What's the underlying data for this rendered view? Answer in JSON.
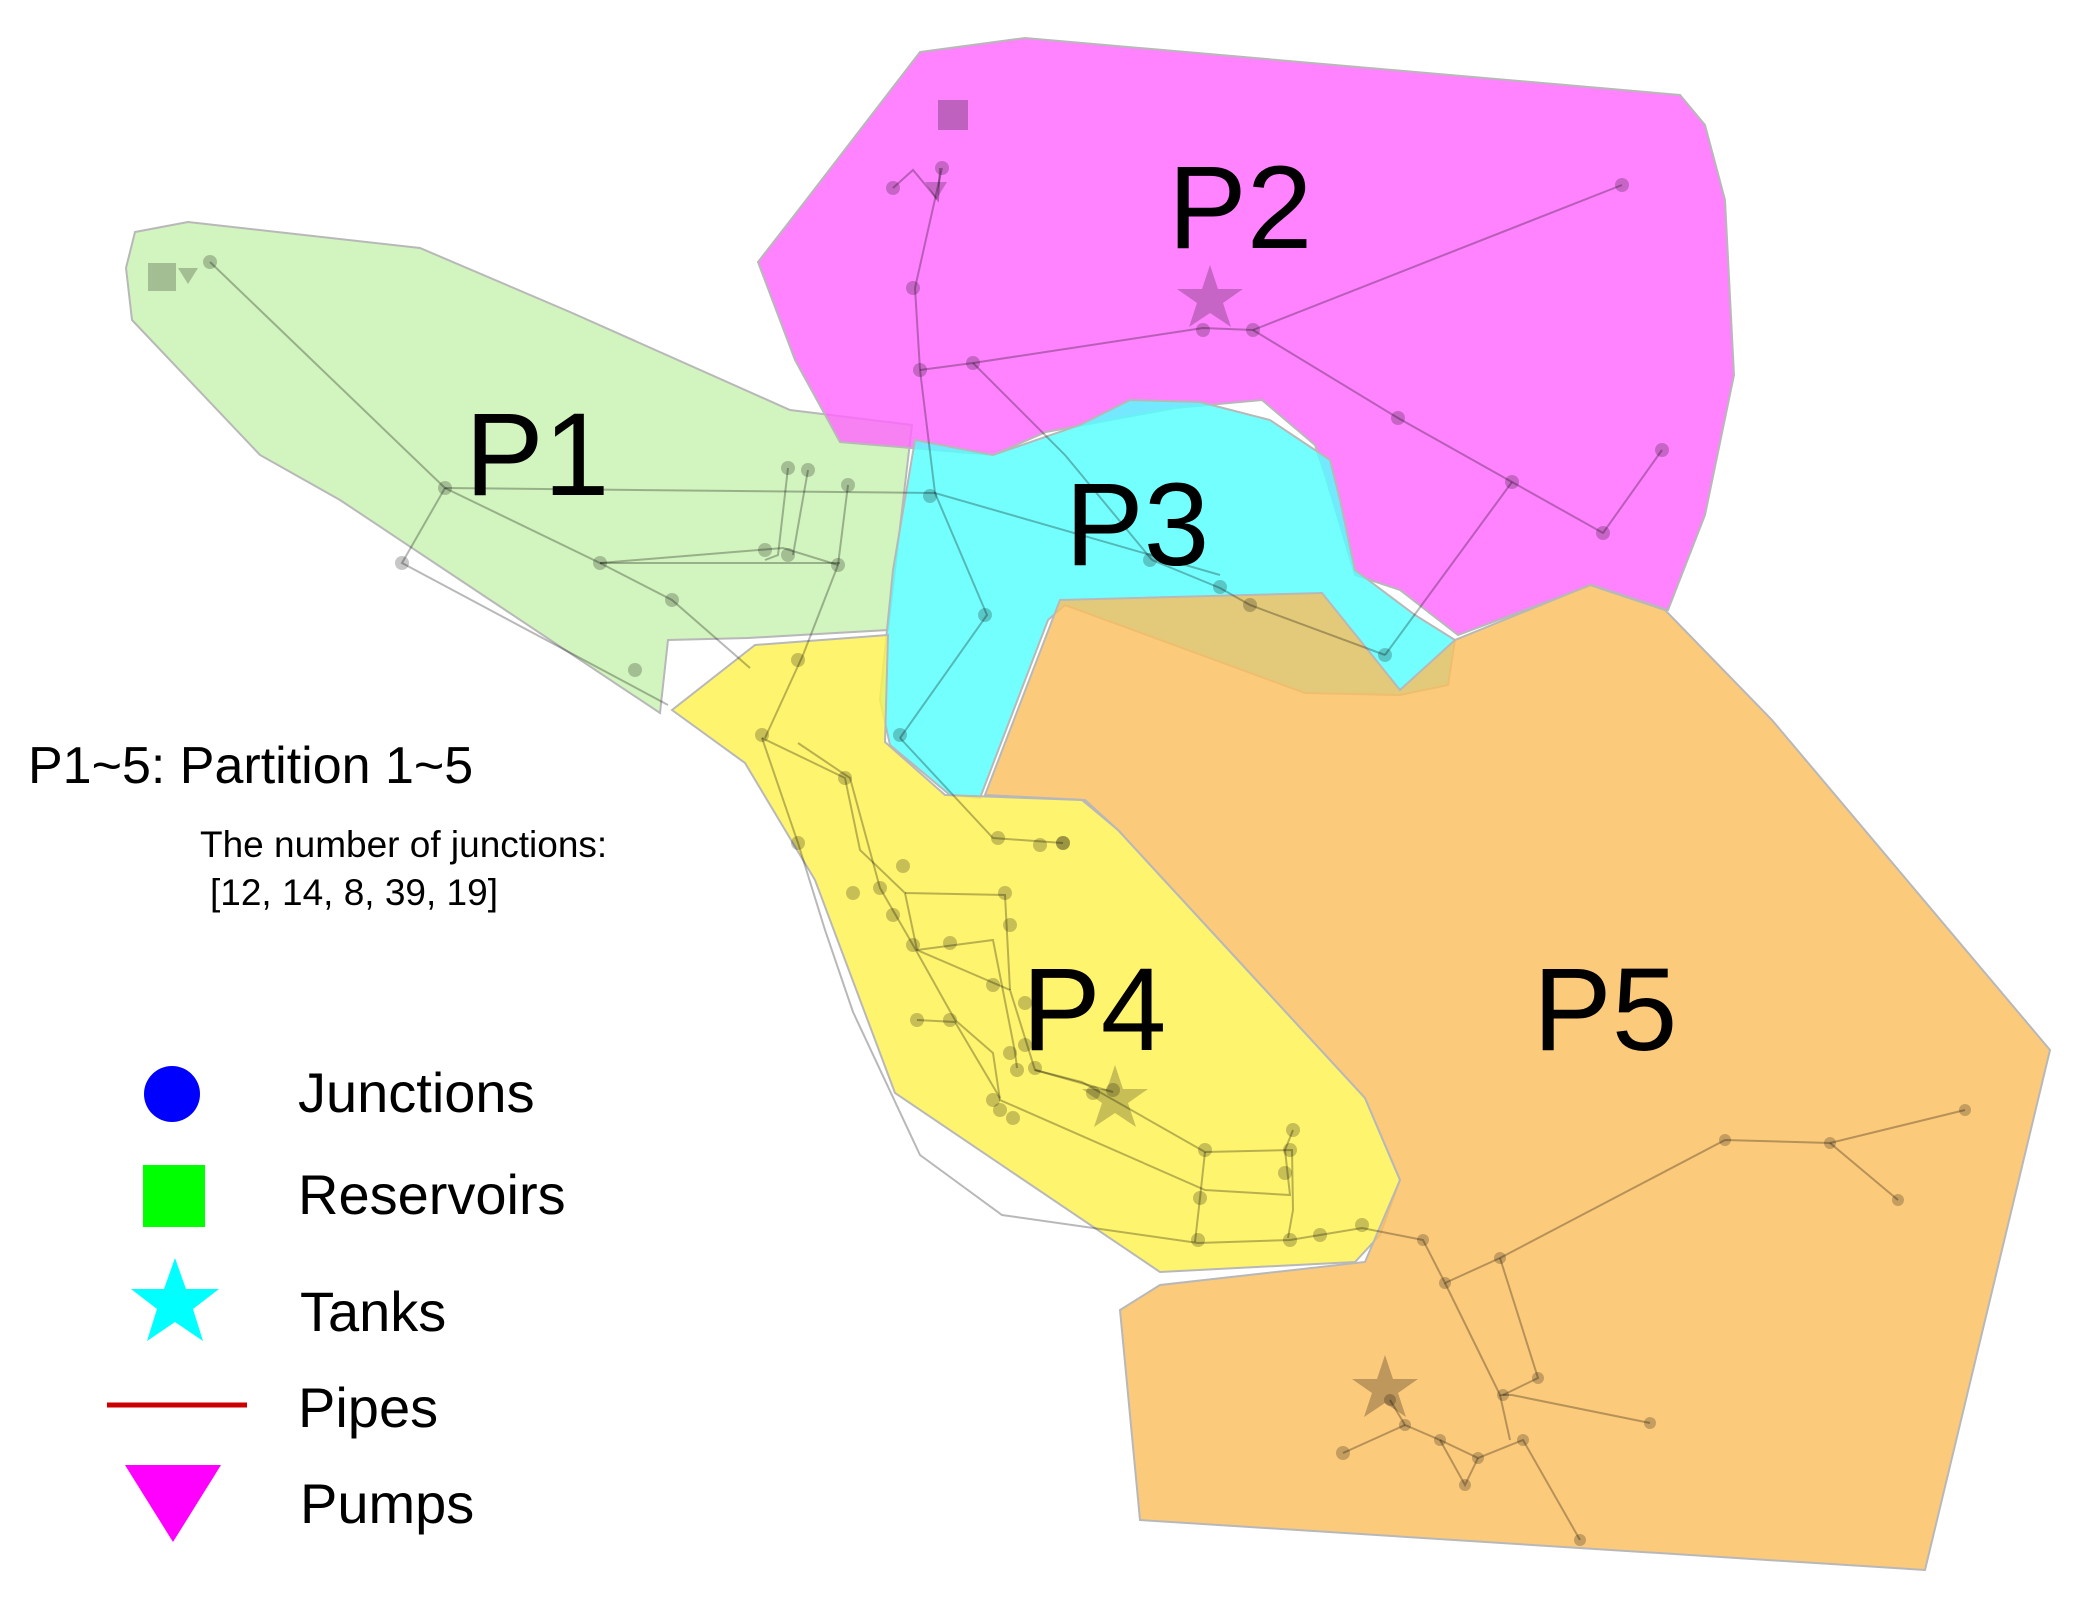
{
  "partitions": [
    {
      "id": "P1",
      "label": "P1",
      "color": "#c8f2b0"
    },
    {
      "id": "P2",
      "label": "P2",
      "color": "#ff66ff"
    },
    {
      "id": "P3",
      "label": "P3",
      "color": "#55ffff"
    },
    {
      "id": "P4",
      "label": "P4",
      "color": "#fff24d"
    },
    {
      "id": "P5",
      "label": "P5",
      "color": "#fbbe5e"
    }
  ],
  "caption": "P1~5: Partition 1~5",
  "junction_count": {
    "title": "The number of junctions:",
    "values_text": "[12, 14, 8, 39, 19]",
    "values": [
      12,
      14,
      8,
      39,
      19
    ]
  },
  "legend": [
    {
      "label": "Junctions",
      "symbol": "circle",
      "color": "#0000ff"
    },
    {
      "label": "Reservoirs",
      "symbol": "square",
      "color": "#00ff00"
    },
    {
      "label": "Tanks",
      "symbol": "star",
      "color": "#00ffff"
    },
    {
      "label": "Pipes",
      "symbol": "line",
      "color": "#cc0000"
    },
    {
      "label": "Pumps",
      "symbol": "triangle-down",
      "color": "#ff00ff"
    }
  ]
}
